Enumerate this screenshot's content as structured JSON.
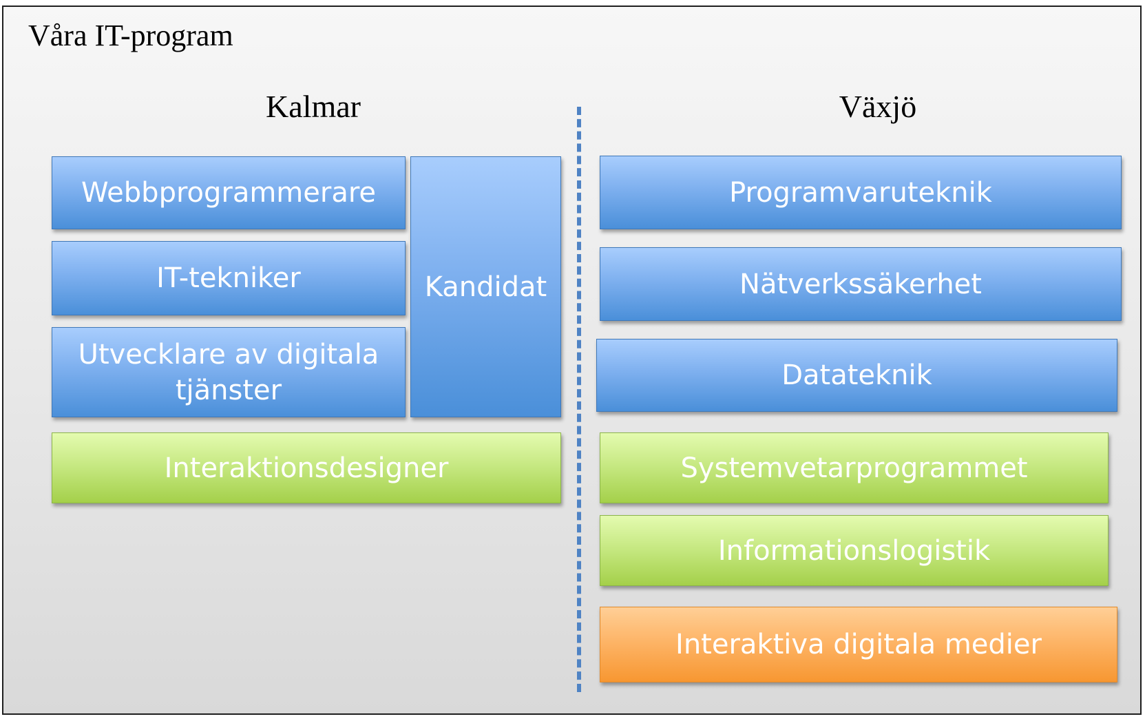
{
  "title": "Våra IT-program",
  "regions": {
    "kalmar": {
      "heading": "Kalmar",
      "programs": [
        "Webbprogrammerare",
        "IT-tekniker",
        "Utvecklare av digitala tjänster",
        "Kandidat",
        "Interaktionsdesigner"
      ]
    },
    "vaxjo": {
      "heading": "Växjö",
      "programs": [
        "Programvaruteknik",
        "Nätverkssäkerhet",
        "Datateknik",
        "Systemvetarprogrammet",
        "Informationslogistik",
        "Interaktiva digitala medier"
      ]
    }
  },
  "colors": {
    "blue": "#5b9bd5",
    "green": "#b5dc63",
    "orange": "#f9a448",
    "divider": "#4f83c4"
  }
}
